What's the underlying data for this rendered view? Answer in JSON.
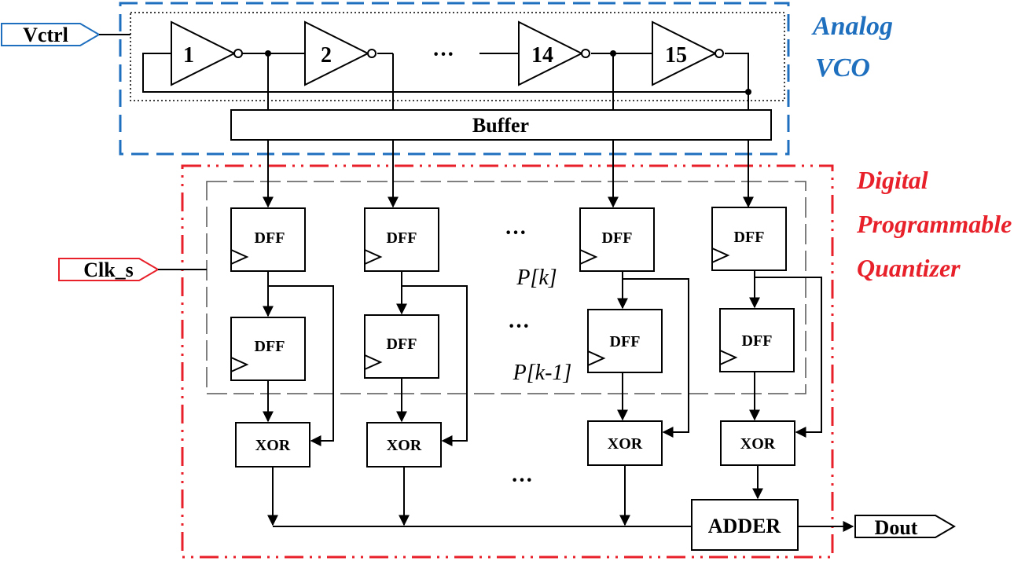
{
  "vco": {
    "title_line1": "Analog",
    "title_line2": "VCO",
    "stages": [
      "1",
      "2",
      "14",
      "15"
    ],
    "ellipsis": "···",
    "buffer_label": "Buffer",
    "color": "#1f6fbf"
  },
  "quantizer": {
    "title_line1": "Digital",
    "title_line2": "Programmable",
    "title_line3": "Quantizer",
    "color": "#e8202a",
    "dff_label": "DFF",
    "xor_label": "XOR",
    "adder_label": "ADDER",
    "pk_label": "P[k]",
    "pk1_label": "P[k-1]",
    "ellipsis": "···"
  },
  "ports": {
    "vctrl": "Vctrl",
    "clk": "Clk_s",
    "dout": "Dout"
  }
}
